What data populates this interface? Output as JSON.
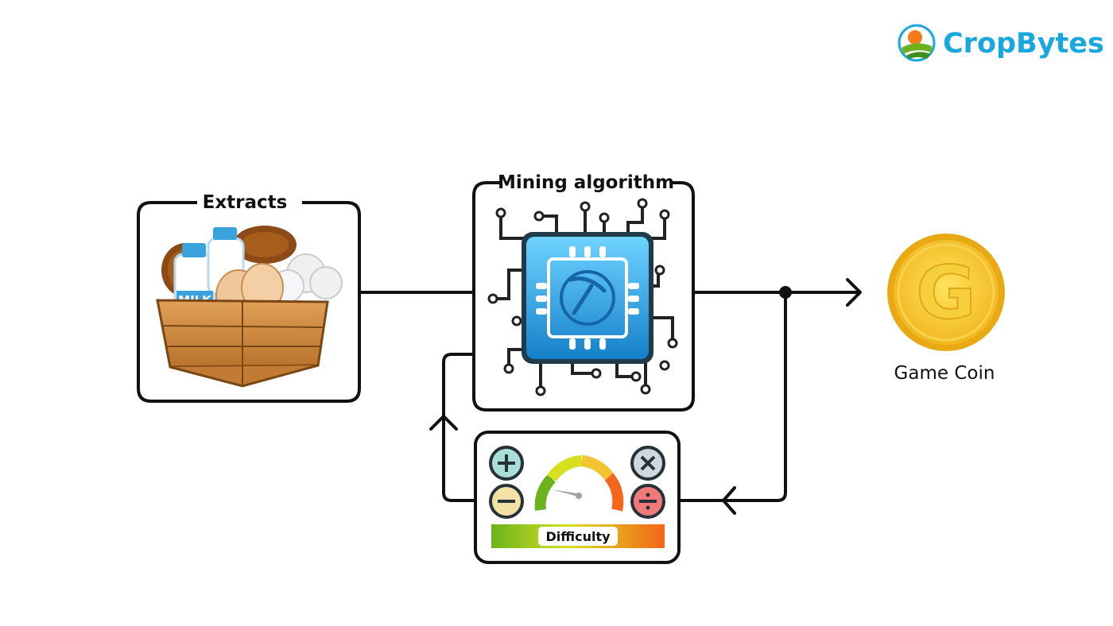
{
  "brand": {
    "name": "CropBytes",
    "color": "#1aa7e0",
    "logo_icon": "farm-sun-logo-icon"
  },
  "diagram": {
    "extracts": {
      "title": "Extracts",
      "image_icon": "basket-of-extracts-icon",
      "milk_label": "MILK"
    },
    "mining": {
      "title": "Mining algorithm",
      "image_icon": "mining-chip-icon"
    },
    "difficulty": {
      "label": "Difficulty",
      "image_icon": "difficulty-gauge-icon"
    },
    "output": {
      "label": "Game Coin",
      "coin_letter": "G",
      "image_icon": "game-coin-icon"
    }
  },
  "colors": {
    "line": "#111111",
    "chip_blue": "#2ba8e6",
    "coin_gold": "#f4c430",
    "gauge_green": "#7ab317",
    "gauge_orange": "#f47a1a"
  }
}
